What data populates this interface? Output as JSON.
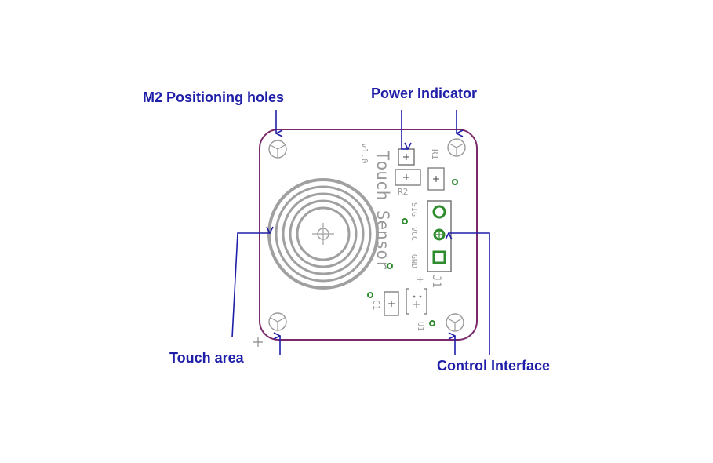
{
  "callouts": {
    "positioning_holes": "M2 Positioning holes",
    "power_indicator": "Power Indicator",
    "touch_area": "Touch area",
    "control_interface": "Control Interface"
  },
  "silkscreen": {
    "title": "Touch Sensor",
    "version": "v1.0",
    "r1": "R1",
    "r2": "R2",
    "c1": "C1",
    "u1": "U1",
    "j1": "J1",
    "pin_sig": "SIG",
    "pin_vcc": "VCC",
    "pin_gnd": "GND"
  },
  "colors": {
    "label": "#1e1ea8",
    "board_outline": "#7a2a6a",
    "silkscreen": "#9a9a9a",
    "via": "#2e8b2e"
  }
}
